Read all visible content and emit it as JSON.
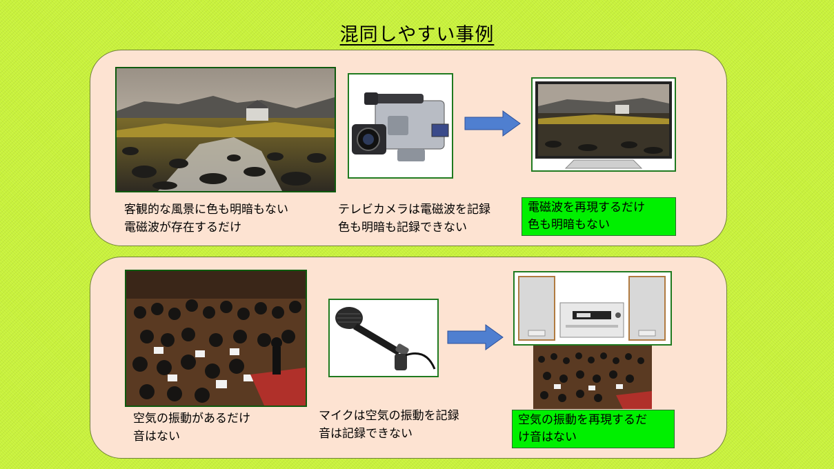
{
  "page": {
    "title": "混同しやすい事例"
  },
  "visual": {
    "top": {
      "landscape_caption": [
        "客観的な風景に色も明暗もない",
        "電磁波が存在するだけ"
      ],
      "camera_caption": [
        "テレビカメラは電磁波を記録",
        "色も明暗も記録できない"
      ],
      "result_box": [
        "電磁波を再現するだけ",
        "色も明暗もない"
      ]
    }
  },
  "audio": {
    "bottom": {
      "orchestra_caption": [
        "空気の振動があるだけ",
        "音はない"
      ],
      "microphone_caption": [
        "マイクは空気の振動を記録",
        "音は記録できない"
      ],
      "result_box": [
        "空気の振動を再現するだ",
        "け音はない"
      ]
    }
  },
  "icons": [
    "landscape-photo",
    "video-camera",
    "right-arrow-icon",
    "television",
    "orchestra-photo",
    "microphone",
    "stereo-system"
  ],
  "colors": {
    "background": "#c8f23a",
    "panel": "#fde3d2",
    "result_box": "#00f000",
    "arrow": "#4f7fd0",
    "frame_border": "#1f7a1f"
  }
}
